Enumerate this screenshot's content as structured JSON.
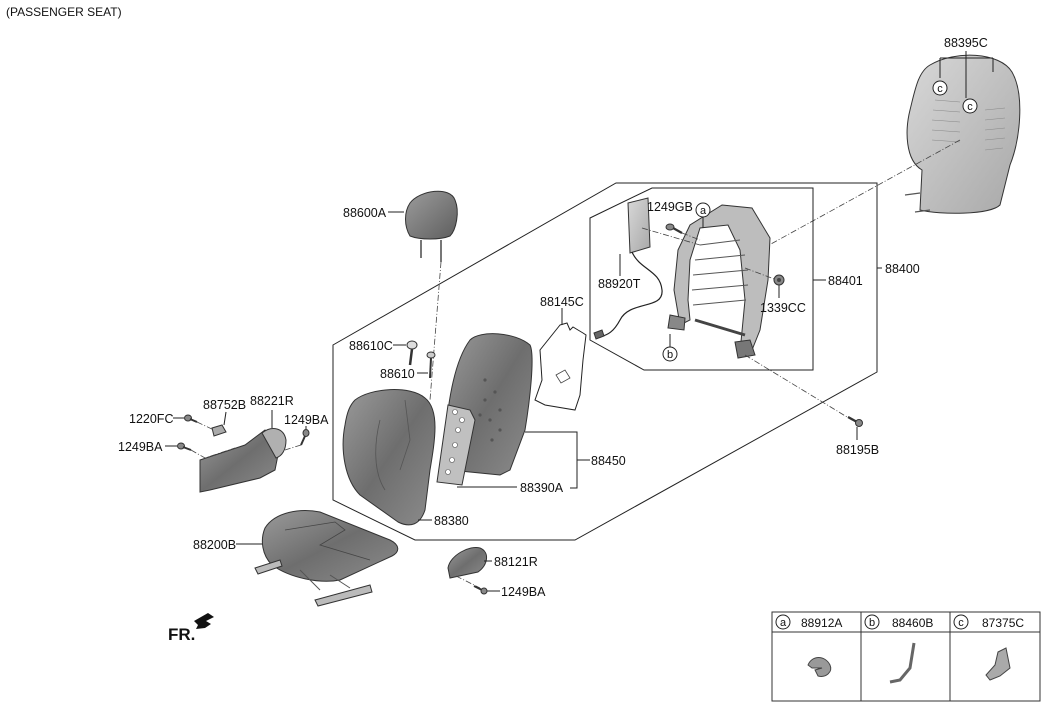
{
  "header": {
    "title": "(PASSENGER SEAT)"
  },
  "parts": {
    "p88395C": "88395C",
    "p88600A": "88600A",
    "p1249GB": "1249GB",
    "p88920T": "88920T",
    "p88401": "88401",
    "p88400": "88400",
    "p1339CC": "1339CC",
    "p88145C": "88145C",
    "p88610C": "88610C",
    "p88610": "88610",
    "p88752B": "88752B",
    "p88221R": "88221R",
    "p1220FC": "1220FC",
    "p1249BA_left": "1249BA",
    "p1249BA_right": "1249BA",
    "p88450": "88450",
    "p88390A": "88390A",
    "p88195B": "88195B",
    "p88380": "88380",
    "p88200B": "88200B",
    "p88121R": "88121R",
    "p1249BA_bottom": "1249BA"
  },
  "callouts": {
    "a": "a",
    "b": "b",
    "c": "c"
  },
  "front_indicator": {
    "label": "FR."
  },
  "legend_table": {
    "columns": [
      {
        "key": "a",
        "part": "88912A"
      },
      {
        "key": "b",
        "part": "88460B"
      },
      {
        "key": "c",
        "part": "87375C"
      }
    ]
  },
  "colors": {
    "line": "#222222",
    "part_fill": "#8a8a8a",
    "part_light": "#c8c8c8"
  }
}
